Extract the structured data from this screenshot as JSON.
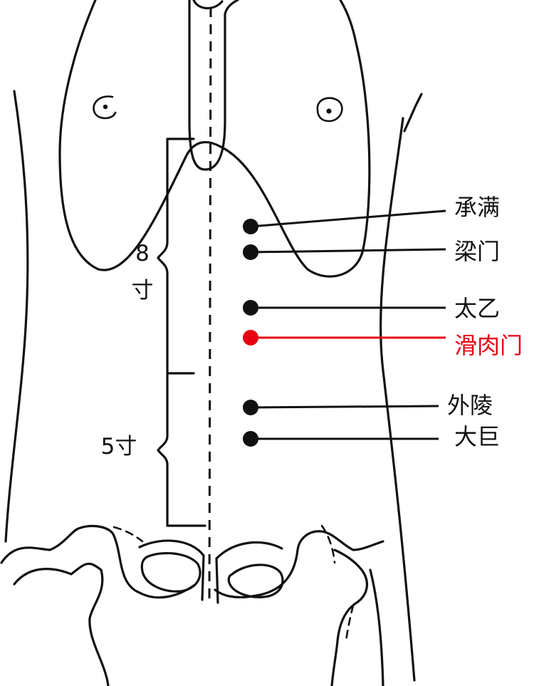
{
  "colors": {
    "line": "#111111",
    "highlight": "#e60012",
    "background": "#ffffff"
  },
  "measurements": {
    "upper_number": "8",
    "upper_unit": "寸",
    "lower_label": "5寸"
  },
  "points": [
    {
      "key": "chengman",
      "label": "承满",
      "highlight": false
    },
    {
      "key": "liangmen",
      "label": "梁门",
      "highlight": false
    },
    {
      "key": "taiyi",
      "label": "太乙",
      "highlight": false
    },
    {
      "key": "huaroumen",
      "label": "滑肉门",
      "highlight": true
    },
    {
      "key": "wailing",
      "label": "外陵",
      "highlight": false
    },
    {
      "key": "daju",
      "label": "大巨",
      "highlight": false
    }
  ]
}
